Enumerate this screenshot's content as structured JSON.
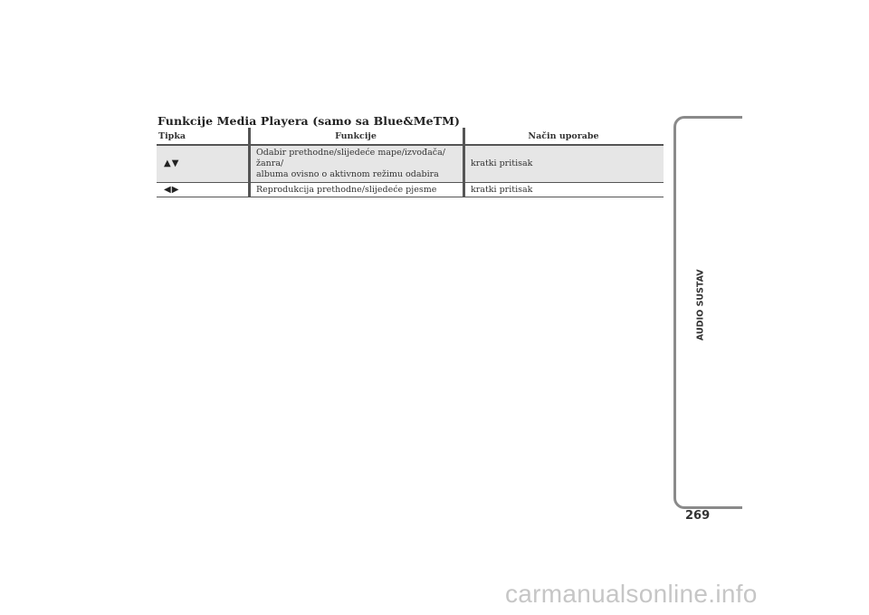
{
  "section": {
    "title": "Funkcije Media Playera (samo sa Blue&MeTM)"
  },
  "table": {
    "headers": {
      "key": "Tipka",
      "function": "Funkcije",
      "usage": "Način uporabe"
    },
    "rows": [
      {
        "key": "▲▼",
        "function_line1": "Odabir prethodne/slijedeće mape/izvođača/žanra/",
        "function_line2": "albuma ovisno o aktivnom režimu odabira",
        "usage": "kratki pritisak",
        "shaded": true
      },
      {
        "key": "◀▶",
        "function_line1": "Reprodukcija prethodne/slijedeće pjesme",
        "usage": "kratki pritisak",
        "shaded": false
      }
    ]
  },
  "side_tab": {
    "label": "AUDIO SUSTAV"
  },
  "page": {
    "number": "269"
  },
  "watermark": {
    "text": "carmanualsonline.info"
  }
}
